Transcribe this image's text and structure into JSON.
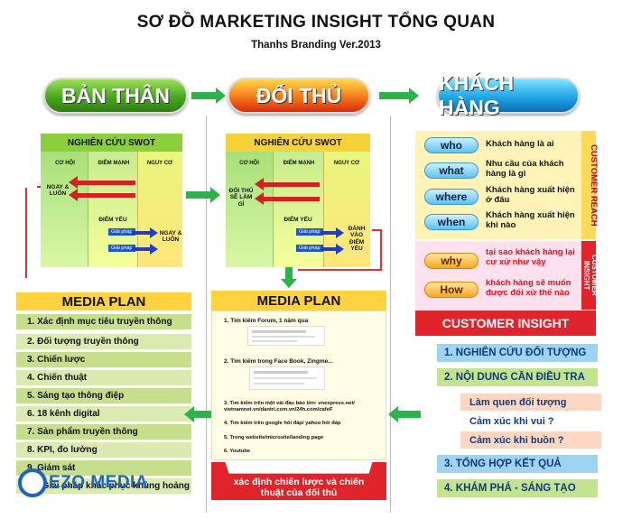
{
  "header": {
    "title": "SƠ ĐỒ MARKETING INSIGHT TỔNG QUAN",
    "subtitle": "Thanhs Branding Ver.2013"
  },
  "stages": {
    "self": "BẢN THÂN",
    "rival": "ĐỐI THỦ",
    "customer": "KHÁCH HÀNG"
  },
  "swot_left": {
    "title": "NGHIÊN CỨU SWOT",
    "cols": [
      "CƠ HỘI",
      "ĐIỂM MẠNH",
      "NGUY CƠ"
    ],
    "now": "NGAY & LUÔN",
    "weakness": "ĐIỂM YẾU",
    "solution": "Giải pháp",
    "now2": "NGAY & LUÔN"
  },
  "swot_mid": {
    "title": "NGHIÊN CỨU SWOT",
    "cols": [
      "CƠ HỘI",
      "ĐIỂM MẠNH",
      "NGUY CƠ"
    ],
    "rival_did": "ĐỐI THỦ SẼ LÀM GÌ",
    "weakness": "ĐIỂM YẾU",
    "solution": "Giải pháp",
    "attack": "ĐÁNH VÀO ĐIỂM YẾU"
  },
  "customer": {
    "q1": {
      "tag": "who",
      "text": "Khách hàng là ai"
    },
    "q2": {
      "tag": "what",
      "text": "Nhu cầu của khách hàng là gì"
    },
    "q3": {
      "tag": "where",
      "text": "Khách hàng xuất hiện ở đâu"
    },
    "q4": {
      "tag": "when",
      "text": "Khách hàng xuất hiện khi nào"
    },
    "q5": {
      "tag": "why",
      "text": "tại sao khách hàng lại cư xử như vậy"
    },
    "q6": {
      "tag": "How",
      "text": "khách hàng sẽ muốn được đối xử thế nào"
    },
    "side1": "CUSTOMER REACH",
    "side2": "CUSTOMER INSIGHT",
    "insight_bar": "CUSTOMER INSIGHT"
  },
  "media_left": {
    "title": "MEDIA PLAN",
    "items": [
      "1. Xác định mục tiêu truyền thông",
      "2. Đối tượng truyền thông",
      "3. Chiến lược",
      "4. Chiến thuật",
      "5. Sáng tạo thông điệp",
      "6. 18 kênh digital",
      "7. Sản phẩm truyền thông",
      "8. KPI, đo lường",
      "9. Giám sát",
      "10. Giải pháp khắc phục khủng hoảng"
    ],
    "watermark": "EZO MEDIA"
  },
  "media_mid": {
    "title": "MEDIA PLAN",
    "items": [
      "1. Tìm kiếm Forum, 1 năm qua",
      "2. Tìm kiếm trong Face Book, Zingme...",
      "3. Tìm kiếm trên một vài đầu báo lớn: vnexpress.net/ vietnamnet.vn/dantri.com.vn/24h.com/cafeF",
      "4. Tìm kiếm trên google hỏi đáp/ yahoo hỏi đáp",
      "5. Trong website/microsite/landing page",
      "6. Youtube"
    ],
    "footer": "xác định chiến lược và chiến thuật của đối thủ"
  },
  "steps": {
    "s1": "1. NGHIÊN CỨU ĐỐI TƯỢNG",
    "s2": "2. NỘI DUNG CẦN ĐIỀU TRA",
    "sub1": "Làm quen đối tượng",
    "sub2": "Cảm xúc khi vui ?",
    "sub3": "Cảm xúc khi buồn ?",
    "s3": "3. TỔNG HỢP KẾT QUẢ",
    "s4": "4. KHÁM PHÁ - SÁNG TẠO"
  }
}
